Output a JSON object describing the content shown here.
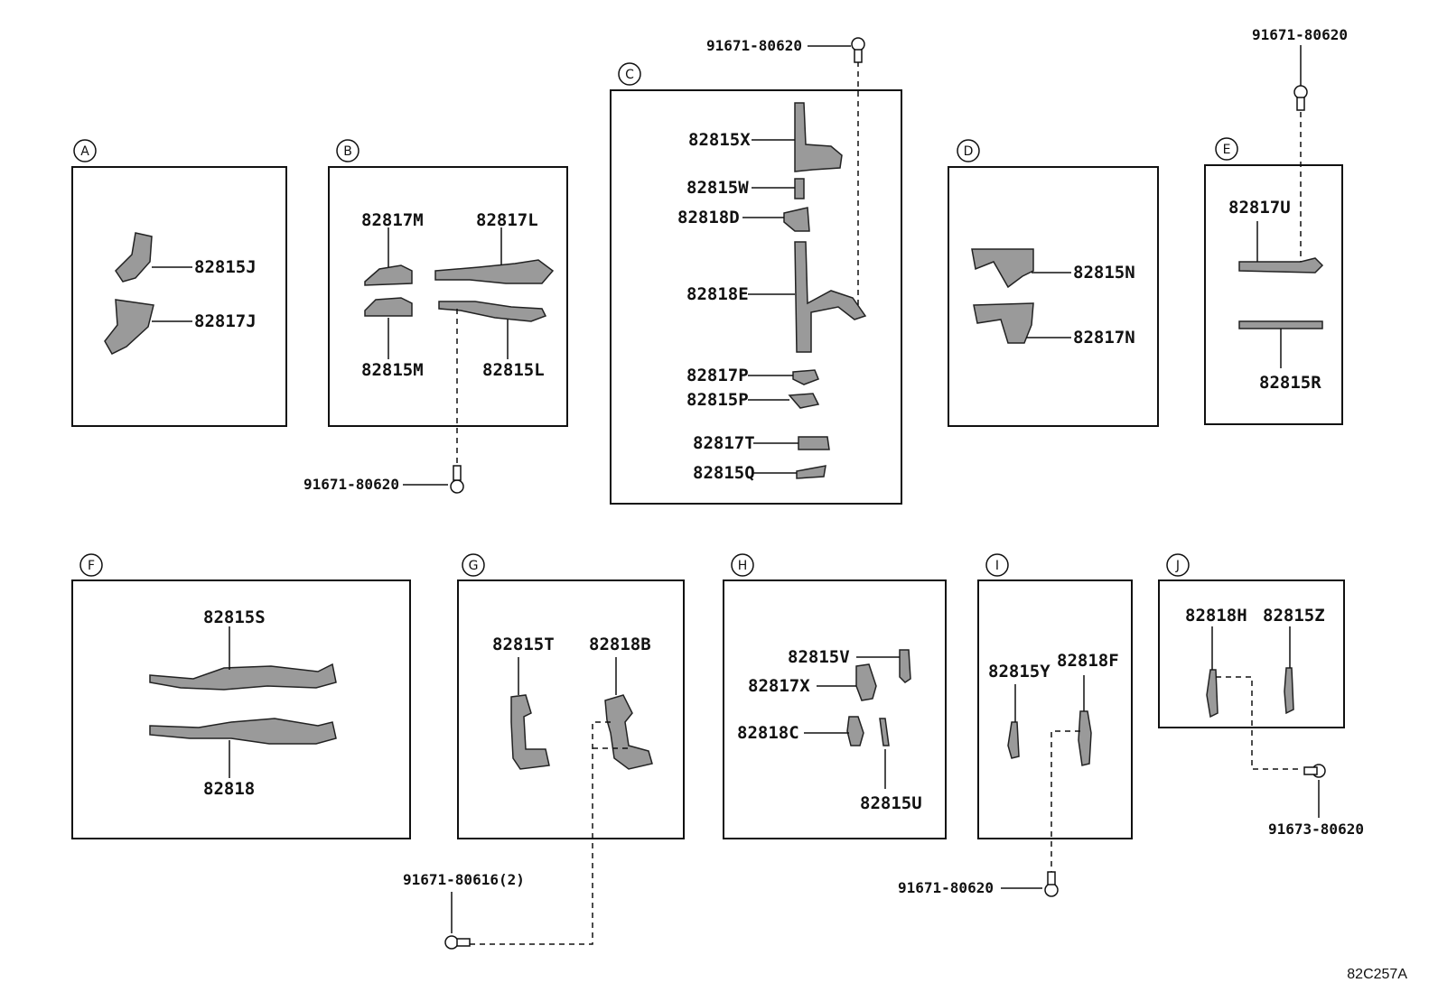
{
  "diagram_code": "82C257A",
  "groups": {
    "A": {
      "letter": "A",
      "parts": [
        "82815J",
        "82817J"
      ]
    },
    "B": {
      "letter": "B",
      "parts": [
        "82817M",
        "82817L",
        "82815M",
        "82815L"
      ]
    },
    "C": {
      "letter": "C",
      "parts": [
        "82815X",
        "82815W",
        "82818D",
        "82818E",
        "82817P",
        "82815P",
        "82817T",
        "82815Q"
      ]
    },
    "D": {
      "letter": "D",
      "parts": [
        "82815N",
        "82817N"
      ]
    },
    "E": {
      "letter": "E",
      "parts": [
        "82817U",
        "82815R"
      ]
    },
    "F": {
      "letter": "F",
      "parts": [
        "82815S",
        "82818"
      ]
    },
    "G": {
      "letter": "G",
      "parts": [
        "82815T",
        "82818B"
      ]
    },
    "H": {
      "letter": "H",
      "parts": [
        "82815V",
        "82817X",
        "82818C",
        "82815U"
      ]
    },
    "I": {
      "letter": "I",
      "parts": [
        "82815Y",
        "82818F"
      ]
    },
    "J": {
      "letter": "J",
      "parts": [
        "82818H",
        "82815Z"
      ]
    }
  },
  "bolts": {
    "top_center": "91671-80620",
    "top_right": "91671-80620",
    "box_b": "91671-80620",
    "box_g": "91671-80616(2)",
    "box_i": "91671-80620",
    "box_j": "91673-80620"
  }
}
